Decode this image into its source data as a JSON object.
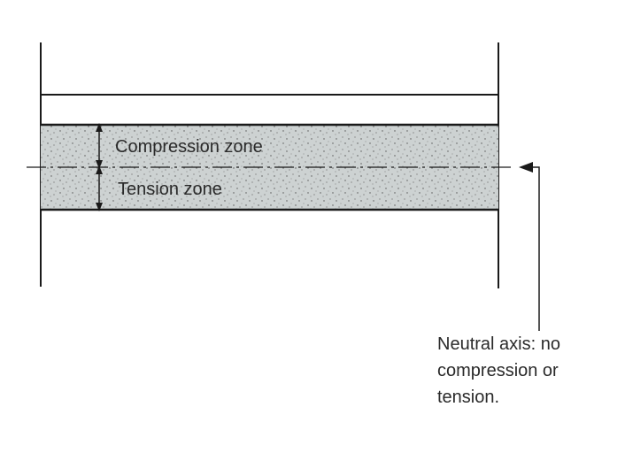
{
  "labels": {
    "compression_zone": "Compression zone",
    "tension_zone": "Tension zone",
    "neutral_axis": {
      "line1": "Neutral axis: no",
      "line2": "compression or",
      "line3": "tension."
    }
  },
  "colors": {
    "line": "#1a1a1a",
    "zone_fill": "#cdd2d2",
    "text": "#2a2a2a"
  }
}
